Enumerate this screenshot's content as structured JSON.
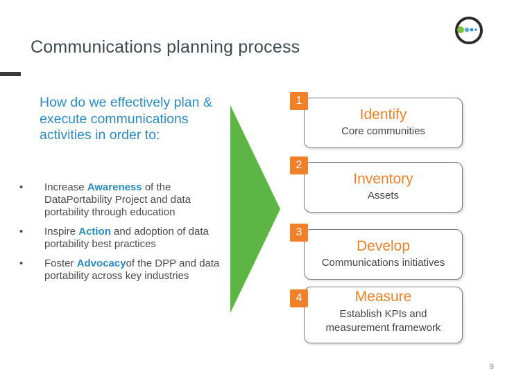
{
  "slide": {
    "title": "Communications planning process",
    "page_number": "9"
  },
  "left": {
    "question": "How do we effectively plan & execute communications activities in order to:",
    "bullets": [
      {
        "pre": "Increase ",
        "bold": "Awareness",
        "post": " of the DataPortability Project and data portability through education"
      },
      {
        "pre": "Inspire ",
        "bold": "Action",
        "post": " and adoption of data portability best practices"
      },
      {
        "pre": "Foster ",
        "bold": "Advocacy",
        "post": "of the DPP and data portability across key industries"
      }
    ]
  },
  "steps": [
    {
      "number": "1",
      "name": "Identify",
      "sub": "Core communities"
    },
    {
      "number": "2",
      "name": "Inventory",
      "sub": "Assets"
    },
    {
      "number": "3",
      "name": "Develop",
      "sub": "Communications initiatives"
    },
    {
      "number": "4",
      "name": "Measure",
      "sub": "Establish KPIs and measurement framework"
    }
  ],
  "colors": {
    "accent_orange": "#f0812a",
    "accent_blue": "#2a8bc4",
    "chevron_green": "#5cb545"
  }
}
